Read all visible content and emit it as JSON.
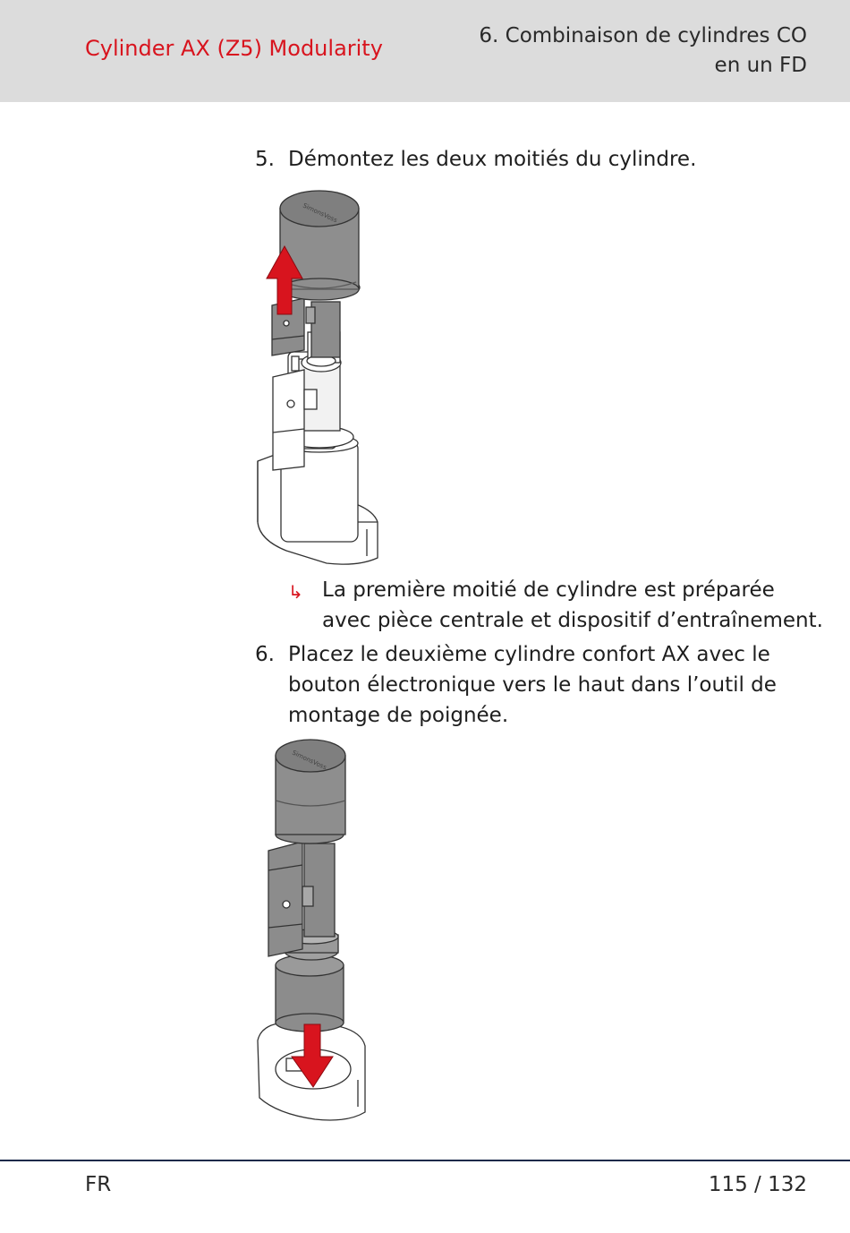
{
  "header": {
    "product": "Cylinder AX (Z5) Modularity",
    "chapter_line1": "6. Combinaison de cylindres CO",
    "chapter_line2": "en un FD"
  },
  "steps": [
    {
      "number": "5.",
      "text": "Démontez les deux moitiés du cylindre."
    },
    {
      "number": "6.",
      "text": "Placez le deuxième cylindre confort AX avec le bouton électronique vers le haut dans l’outil de montage de poignée."
    }
  ],
  "result": {
    "arrow": "↳",
    "text": "La première moitié de cylindre est préparée avec pièce centrale et dispositif d’entraînement."
  },
  "brand_lettering": "SimonsVoss",
  "colors": {
    "accent": "#d8141e",
    "header_bg": "#dcdcdc",
    "footer_rule": "#1b2a4a"
  },
  "footer": {
    "language": "FR",
    "page": "115 / 132"
  }
}
